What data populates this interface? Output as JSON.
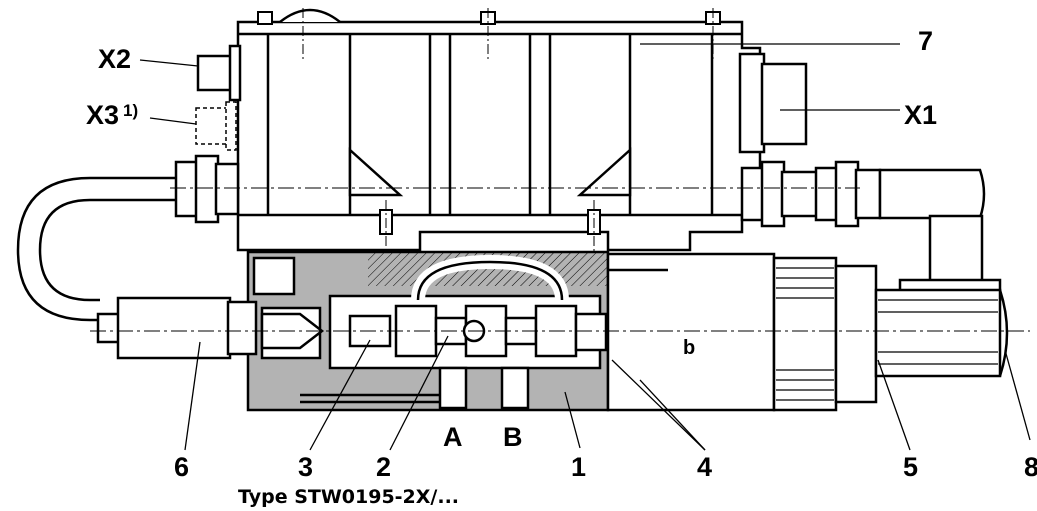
{
  "labels": {
    "x2": "X2",
    "x3": "X3",
    "x3_note": "1)",
    "x1": "X1",
    "n7": "7",
    "b": "b",
    "a_port": "A",
    "b_port": "B",
    "n6": "6",
    "n3": "3",
    "n2": "2",
    "n1": "1",
    "n4": "4",
    "n5": "5",
    "n8": "8"
  },
  "caption": "Type STW0195-2X/...",
  "colors": {
    "line": "#000000",
    "section_fill": "#b3b3b3",
    "background": "#ffffff"
  }
}
